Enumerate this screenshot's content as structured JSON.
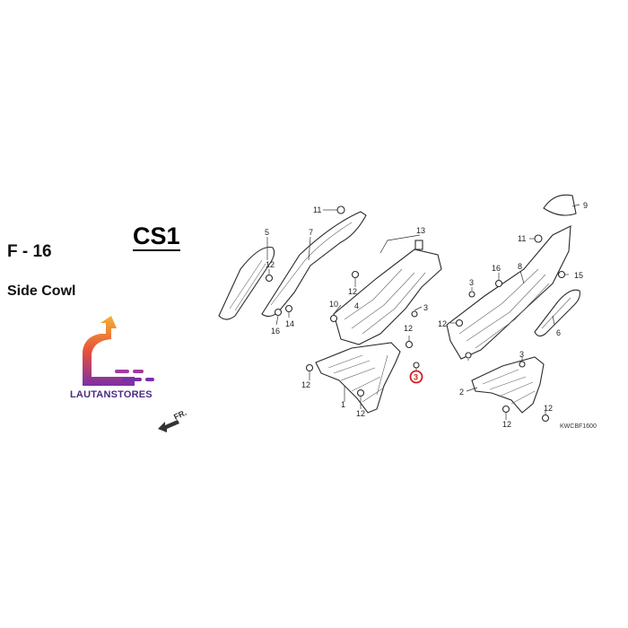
{
  "header": {
    "section_code": "F - 16",
    "section_title": "Side Cowl",
    "variant_label": "CS1"
  },
  "logo": {
    "text": "LAUTANSTORES",
    "colors": {
      "arrow_top": "#f2b134",
      "arrow_mid": "#e8523a",
      "arrow_bottom": "#7b2fa8",
      "text": "#4a2c82"
    }
  },
  "diagram": {
    "code": "KWCBF1600",
    "front_indicator": "FR.",
    "highlight_color": "#d21e1e",
    "highlighted_part": "3",
    "callouts": {
      "c11a": "11",
      "c7": "7",
      "c5": "5",
      "c12a": "12",
      "c16a": "16",
      "c14": "14",
      "c10": "10",
      "c4": "4",
      "c12b": "12",
      "c13": "13",
      "c3a": "3",
      "c12c": "12",
      "c12d": "12",
      "c1": "1",
      "c12e": "12",
      "c3hi": "3",
      "c9": "9",
      "c11b": "11",
      "c16b": "16",
      "c8": "8",
      "c15": "15",
      "c3b": "3",
      "c12f": "12",
      "c6": "6",
      "c3c": "3",
      "c2": "2",
      "c12g": "12",
      "c12h": "12"
    }
  }
}
